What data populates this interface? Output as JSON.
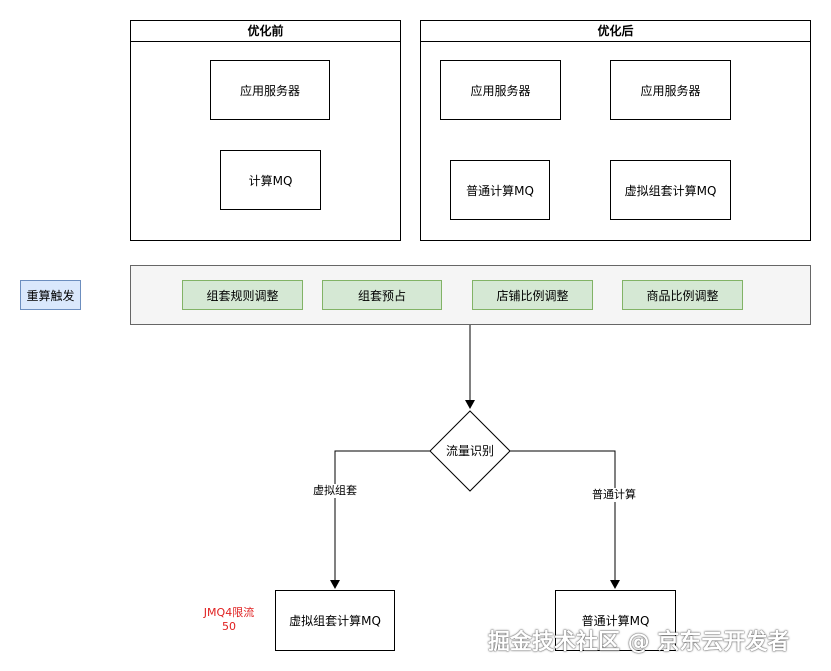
{
  "before": {
    "title": "优化前",
    "app_server": "应用服务器",
    "mq": "计算MQ"
  },
  "after": {
    "title": "优化后",
    "app_server_1": "应用服务器",
    "app_server_2": "应用服务器",
    "mq_normal": "普通计算MQ",
    "mq_virtual": "虚拟组套计算MQ"
  },
  "trigger": "重算触发",
  "events": [
    "组套规则调整",
    "组套预占",
    "店铺比例调整",
    "商品比例调整"
  ],
  "decision": "流量识别",
  "branch_left": "虚拟组套",
  "branch_right": "普通计算",
  "target_left": "虚拟组套计算MQ",
  "target_right": "普通计算MQ",
  "rate_limit": {
    "line1": "JMQ4限流",
    "line2": "50"
  },
  "watermark": "掘金技术社区 @ 京东云开发者"
}
